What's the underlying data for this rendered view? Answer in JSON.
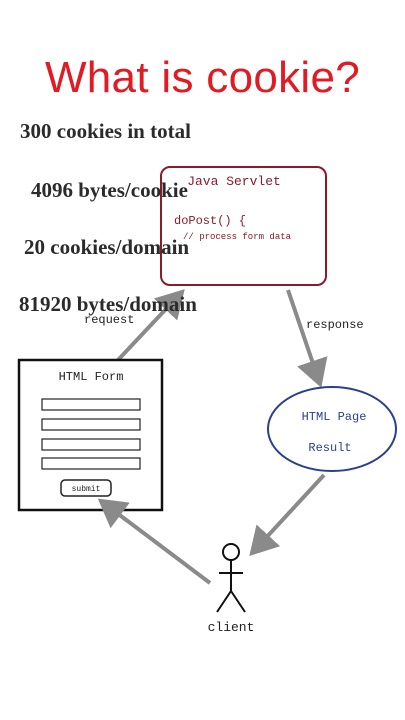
{
  "title": "What is cookie?",
  "facts": [
    "300 cookies in total",
    "4096 bytes/cookie",
    "20 cookies/domain",
    "81920 bytes/domain"
  ],
  "diagram": {
    "servlet": {
      "title": "Java Servlet",
      "method": "doPost() {",
      "comment": "// process form data"
    },
    "form": {
      "title": "HTML Form",
      "submit_label": "submit"
    },
    "result": {
      "line1": "HTML Page",
      "line2": "Result"
    },
    "labels": {
      "request": "request",
      "response": "response",
      "client": "client"
    }
  },
  "colors": {
    "title": "#e01b24",
    "servlet_border": "#8b1a2b",
    "result_border": "#2a3f8f",
    "arrow": "#8a8a8a"
  }
}
